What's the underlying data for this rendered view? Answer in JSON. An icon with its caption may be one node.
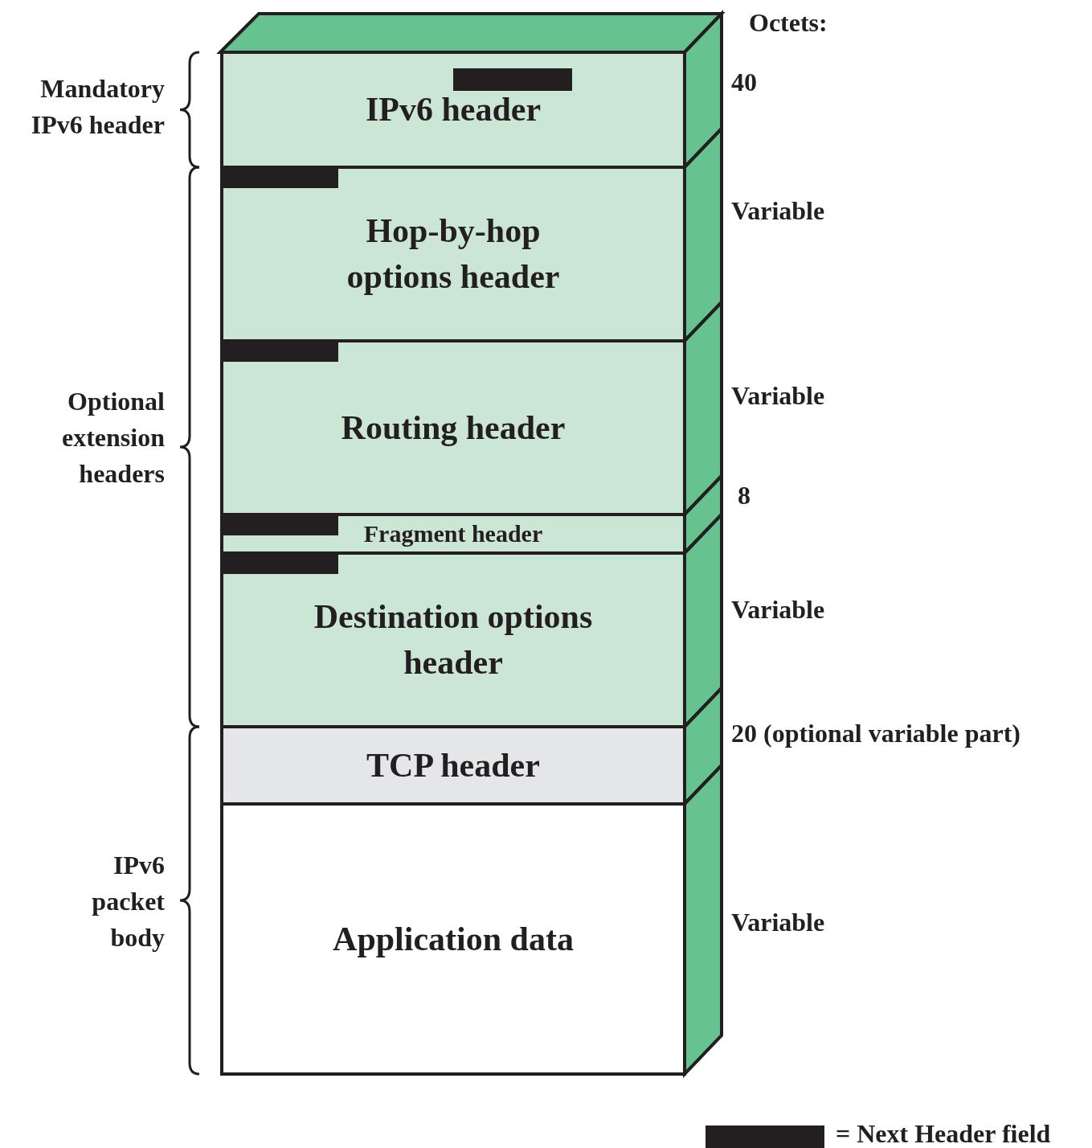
{
  "diagram": {
    "nodes": [
      {
        "text": [
          "IPv6 header"
        ]
      },
      {
        "text": [
          "Hop-by-hop options header"
        ]
      },
      {
        "text": [
          "Routing header"
        ]
      },
      {
        "text": [
          "Fragment header"
        ]
      },
      {
        "text": [
          "Destination options header"
        ]
      },
      {
        "text": [
          "TCP header"
        ]
      },
      {
        "text": [
          "Application data"
        ]
      }
    ],
    "labels": [
      "Octets:",
      "Mandatory IPv6 header",
      "40",
      "Variable",
      "Optional extension headers",
      "Variable",
      "8",
      "Variable",
      "20 (optional variable part)",
      "IPv6 packet body",
      "Variable"
    ],
    "legend": [
      {
        "text": "= Next Header field",
        "color": "#231f20"
      }
    ]
  }
}
